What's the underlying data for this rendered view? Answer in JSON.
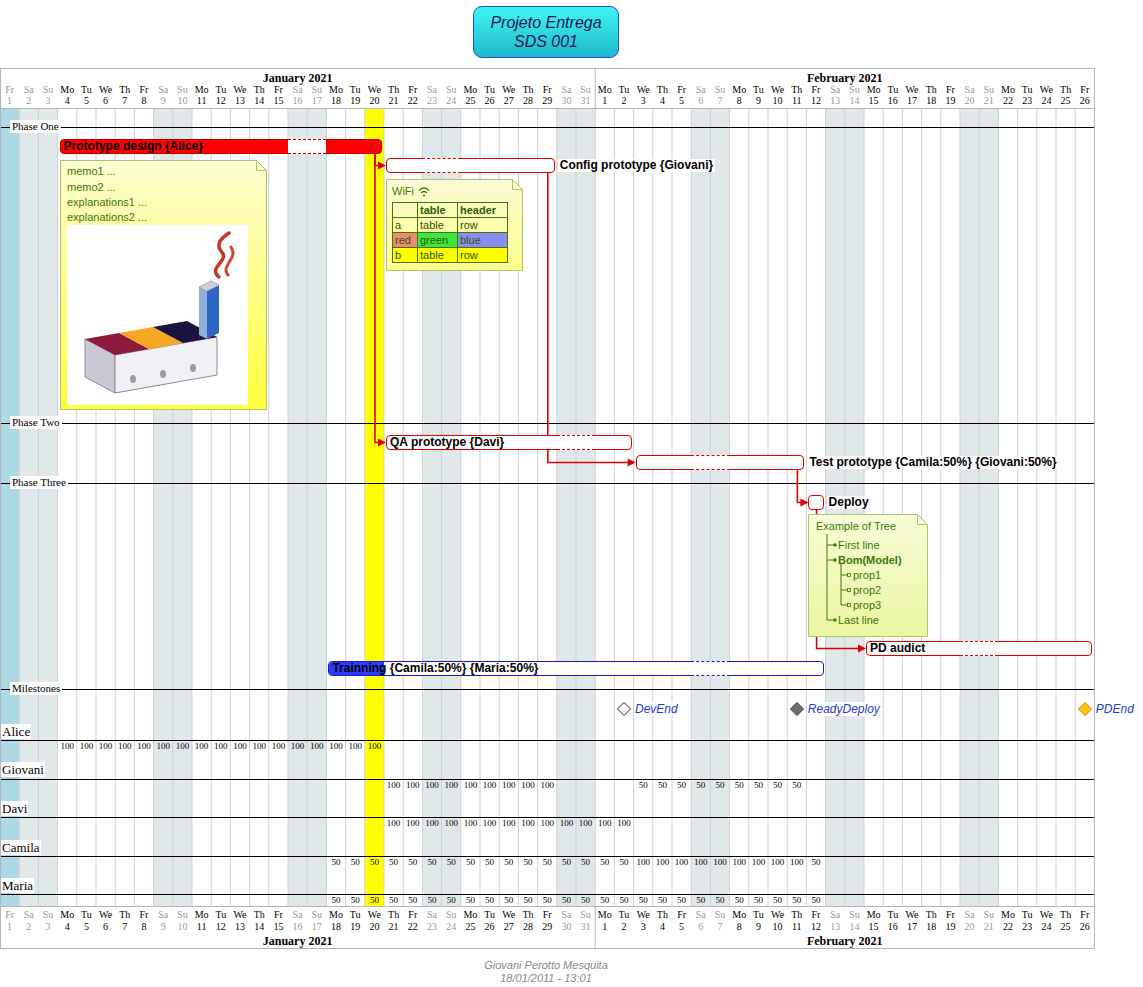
{
  "diagram": {
    "title": "Projeto Entrega SDS 001",
    "caption": "Giovani Perotto Mesquita 18/01/2011 - 13:01",
    "nodes": [
      {
        "text": [
          "Prototype design {Alice}"
        ]
      },
      {
        "text": [
          "memo1 ...",
          "memo2 ...",
          "explanations1 ...",
          "explanations2 ..."
        ]
      },
      {
        "text": [
          "Config prototype {Giovani}"
        ]
      },
      {
        "text": [
          "WiFi"
        ]
      },
      {
        "text": [
          "QA prototype {Davi}"
        ]
      },
      {
        "text": [
          "Test prototype {Camila:50%} {Giovani:50%}"
        ]
      },
      {
        "text": [
          "Deploy"
        ]
      },
      {
        "text": [
          "Example of Tree"
        ]
      },
      {
        "text": [
          "PD audict"
        ]
      },
      {
        "text": [
          "Trainning {Camila:50%} {Maria:50%}"
        ]
      },
      {
        "text": [
          "DevEnd"
        ]
      },
      {
        "text": [
          "ReadyDeploy"
        ]
      },
      {
        "text": [
          "PDEnd"
        ]
      }
    ],
    "edges": [
      {
        "from": 0,
        "to": 2,
        "arrow": "to"
      },
      {
        "from": 0,
        "to": 4,
        "arrow": "to"
      },
      {
        "from": 2,
        "to": 5,
        "arrow": "to"
      },
      {
        "from": 5,
        "to": 6,
        "arrow": "to"
      },
      {
        "from": 6,
        "to": 8,
        "arrow": "to"
      }
    ],
    "labels": [
      "January 2021",
      "February 2021",
      "Fr",
      "1",
      "Sa",
      "2",
      "Su",
      "3",
      "Mo",
      "4",
      "Tu",
      "5",
      "We",
      "6",
      "Th",
      "7",
      "Fr",
      "8",
      "Sa",
      "9",
      "Su",
      "10",
      "Mo",
      "11",
      "Tu",
      "12",
      "We",
      "13",
      "Th",
      "14",
      "Fr",
      "15",
      "Sa",
      "16",
      "Su",
      "17",
      "Mo",
      "18",
      "Tu",
      "19",
      "We",
      "20",
      "Th",
      "21",
      "Fr",
      "22",
      "Sa",
      "23",
      "Su",
      "24",
      "Mo",
      "25",
      "Tu",
      "26",
      "We",
      "27",
      "Th",
      "28",
      "Fr",
      "29",
      "Sa",
      "30",
      "Su",
      "31",
      "Mo",
      "1",
      "Tu",
      "2",
      "We",
      "3",
      "Th",
      "4",
      "Fr",
      "5",
      "Sa",
      "6",
      "Su",
      "7",
      "Mo",
      "8",
      "Tu",
      "9",
      "We",
      "10",
      "Th",
      "11",
      "Fr",
      "12",
      "Sa",
      "13",
      "Su",
      "14",
      "Mo",
      "15",
      "Tu",
      "16",
      "We",
      "17",
      "Th",
      "18",
      "Fr",
      "19",
      "Sa",
      "20",
      "Su",
      "21",
      "Mo",
      "22",
      "Tu",
      "23",
      "We",
      "24",
      "Th",
      "25",
      "Fr",
      "26",
      "Fr",
      "1",
      "Sa",
      "2",
      "Su",
      "3",
      "Mo",
      "4",
      "Tu",
      "5",
      "We",
      "6",
      "Th",
      "7",
      "Fr",
      "8",
      "Sa",
      "9",
      "Su",
      "10",
      "Mo",
      "11",
      "Tu",
      "12",
      "We",
      "13",
      "Th",
      "14",
      "Fr",
      "15",
      "Sa",
      "16",
      "Su",
      "17",
      "Mo",
      "18",
      "Tu",
      "19",
      "We",
      "20",
      "Th",
      "21",
      "Fr",
      "22",
      "Sa",
      "23",
      "Su",
      "24",
      "Mo",
      "25",
      "Tu",
      "26",
      "We",
      "27",
      "Th",
      "28",
      "Fr",
      "29",
      "Sa",
      "30",
      "Su",
      "31",
      "Mo",
      "1",
      "Tu",
      "2",
      "We",
      "3",
      "Th",
      "4",
      "Fr",
      "5",
      "Sa",
      "6",
      "Su",
      "7",
      "Mo",
      "8",
      "Tu",
      "9",
      "We",
      "10",
      "Th",
      "11",
      "Fr",
      "12",
      "Sa",
      "13",
      "Su",
      "14",
      "Mo",
      "15",
      "Tu",
      "16",
      "We",
      "17",
      "Th",
      "18",
      "Fr",
      "19",
      "Sa",
      "20",
      "Su",
      "21",
      "Mo",
      "22",
      "Tu",
      "23",
      "We",
      "24",
      "Th",
      "25",
      "Fr",
      "26",
      "January 2021",
      "February 2021",
      "Phase One",
      "Phase Two",
      "Phase Three",
      "Milestones",
      "Alice",
      "100",
      "100",
      "100",
      "100",
      "100",
      "100",
      "100",
      "100",
      "100",
      "100",
      "100",
      "100",
      "100",
      "100",
      "100",
      "100",
      "100",
      "Giovani",
      "100",
      "100",
      "100",
      "100",
      "100",
      "100",
      "100",
      "100",
      "100",
      "50",
      "50",
      "50",
      "50",
      "50",
      "50",
      "50",
      "50",
      "50",
      "Davi",
      "100",
      "100",
      "100",
      "100",
      "100",
      "100",
      "100",
      "100",
      "100",
      "100",
      "100",
      "100",
      "100",
      "Camila",
      "50",
      "50",
      "50",
      "50",
      "50",
      "50",
      "50",
      "50",
      "50",
      "50",
      "50",
      "50",
      "50",
      "50",
      "50",
      "50",
      "100",
      "100",
      "100",
      "100",
      "100",
      "100",
      "100",
      "100",
      "100",
      "50",
      "Maria",
      "50",
      "50",
      "50",
      "50",
      "50",
      "50",
      "50",
      "50",
      "50",
      "50",
      "50",
      "50",
      "50",
      "50",
      "50",
      "50",
      "50",
      "50",
      "50",
      "50",
      "50",
      "50",
      "50",
      "50",
      "50",
      "50",
      "table",
      "header",
      "a",
      "table",
      "row",
      "red",
      "green",
      "blue",
      "b",
      "table",
      "row",
      "First line",
      "Bom(Model)",
      "prop1",
      "prop2",
      "prop3",
      "Last line"
    ]
  }
}
